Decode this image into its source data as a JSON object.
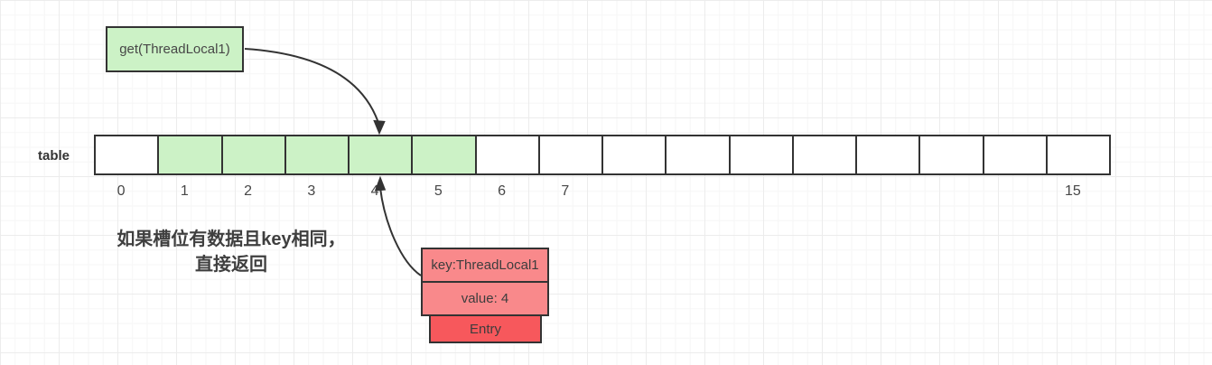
{
  "colors": {
    "slot_green": "#ccf2c6",
    "entry_salmon": "#f9898b",
    "entry_red": "#f7585c",
    "line": "#333333"
  },
  "get_box": {
    "label": "get(ThreadLocal1)"
  },
  "table": {
    "label": "table",
    "cells": [
      {
        "index": "0",
        "highlighted": false
      },
      {
        "index": "1",
        "highlighted": true
      },
      {
        "index": "2",
        "highlighted": true
      },
      {
        "index": "3",
        "highlighted": true
      },
      {
        "index": "4",
        "highlighted": true
      },
      {
        "index": "5",
        "highlighted": true
      },
      {
        "index": "6",
        "highlighted": false
      },
      {
        "index": "7",
        "highlighted": false
      },
      {
        "index": "",
        "highlighted": false
      },
      {
        "index": "",
        "highlighted": false
      },
      {
        "index": "",
        "highlighted": false
      },
      {
        "index": "",
        "highlighted": false
      },
      {
        "index": "",
        "highlighted": false
      },
      {
        "index": "",
        "highlighted": false
      },
      {
        "index": "",
        "highlighted": false
      },
      {
        "index": "15",
        "highlighted": false
      }
    ]
  },
  "annotation": {
    "line1": "如果槽位有数据且key相同，",
    "line2": "直接返回"
  },
  "entry": {
    "key": "key:ThreadLocal1",
    "value": "value: 4",
    "label": "Entry"
  }
}
